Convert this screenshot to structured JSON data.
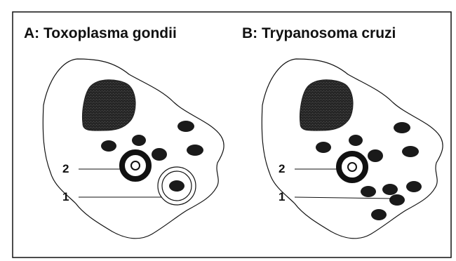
{
  "panels": [
    {
      "title": "A: Toxoplasma gondii",
      "labels": [
        "2",
        "1"
      ]
    },
    {
      "title": "B: Trypanosoma cruzi",
      "labels": [
        "2",
        "1"
      ]
    }
  ],
  "colors": {
    "ink": "#111111",
    "nucleus": "#2a2a2a",
    "background": "#ffffff"
  }
}
